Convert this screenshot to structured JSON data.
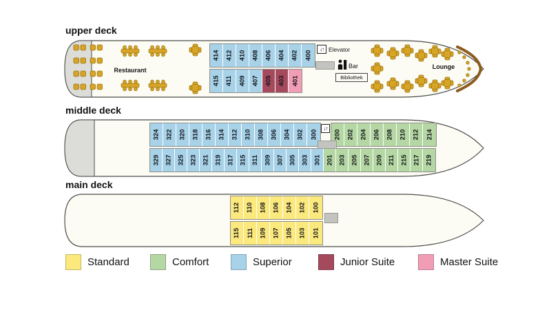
{
  "categories": {
    "standard": {
      "label": "Standard",
      "color": "#FBE97D"
    },
    "comfort": {
      "label": "Comfort",
      "color": "#B4D7A4"
    },
    "superior": {
      "label": "Superior",
      "color": "#A7D2E8"
    },
    "junior_suite": {
      "label": "Junior Suite",
      "color": "#A5495D"
    },
    "master_suite": {
      "label": "Master Suite",
      "color": "#F19DB5"
    }
  },
  "icons": {
    "elevator_glyph": "↓↑"
  },
  "decks": {
    "upper": {
      "label": "upper deck",
      "areas": {
        "restaurant": "Restaurant",
        "lounge": "Lounge",
        "bar": "Bar",
        "library": "Bibliothek",
        "elevator": "Elevator"
      },
      "blocks": {
        "top": [
          {
            "n": "414",
            "c": "superior"
          },
          {
            "n": "412",
            "c": "superior"
          },
          {
            "n": "410",
            "c": "superior"
          },
          {
            "n": "408",
            "c": "superior"
          },
          {
            "n": "406",
            "c": "superior"
          },
          {
            "n": "404",
            "c": "superior"
          },
          {
            "n": "402",
            "c": "superior"
          },
          {
            "n": "400",
            "c": "superior"
          }
        ],
        "bottom": [
          {
            "n": "415",
            "c": "superior"
          },
          {
            "n": "411",
            "c": "superior"
          },
          {
            "n": "409",
            "c": "superior"
          },
          {
            "n": "407",
            "c": "superior"
          },
          {
            "n": "405",
            "c": "junior_suite"
          },
          {
            "n": "403",
            "c": "junior_suite"
          },
          {
            "n": "401",
            "c": "master_suite"
          }
        ]
      }
    },
    "middle": {
      "label": "middle deck",
      "blocks": {
        "top_superior": [
          {
            "n": "324",
            "c": "superior"
          },
          {
            "n": "322",
            "c": "superior"
          },
          {
            "n": "320",
            "c": "superior"
          },
          {
            "n": "318",
            "c": "superior"
          },
          {
            "n": "316",
            "c": "superior"
          },
          {
            "n": "314",
            "c": "superior"
          },
          {
            "n": "312",
            "c": "superior"
          },
          {
            "n": "310",
            "c": "superior"
          },
          {
            "n": "308",
            "c": "superior"
          },
          {
            "n": "306",
            "c": "superior"
          },
          {
            "n": "304",
            "c": "superior"
          },
          {
            "n": "302",
            "c": "superior"
          },
          {
            "n": "300",
            "c": "superior"
          }
        ],
        "top_comfort": [
          {
            "n": "200",
            "c": "comfort"
          },
          {
            "n": "202",
            "c": "comfort"
          },
          {
            "n": "204",
            "c": "comfort"
          },
          {
            "n": "206",
            "c": "comfort"
          },
          {
            "n": "208",
            "c": "comfort"
          },
          {
            "n": "210",
            "c": "comfort"
          },
          {
            "n": "212",
            "c": "comfort"
          },
          {
            "n": "214",
            "c": "comfort"
          }
        ],
        "bottom": [
          {
            "n": "329",
            "c": "superior"
          },
          {
            "n": "327",
            "c": "superior"
          },
          {
            "n": "325",
            "c": "superior"
          },
          {
            "n": "323",
            "c": "superior"
          },
          {
            "n": "321",
            "c": "superior"
          },
          {
            "n": "319",
            "c": "superior"
          },
          {
            "n": "317",
            "c": "superior"
          },
          {
            "n": "315",
            "c": "superior"
          },
          {
            "n": "311",
            "c": "superior"
          },
          {
            "n": "309",
            "c": "superior"
          },
          {
            "n": "307",
            "c": "superior"
          },
          {
            "n": "305",
            "c": "superior"
          },
          {
            "n": "303",
            "c": "superior"
          },
          {
            "n": "301",
            "c": "superior"
          },
          {
            "n": "201",
            "c": "comfort"
          },
          {
            "n": "203",
            "c": "comfort"
          },
          {
            "n": "205",
            "c": "comfort"
          },
          {
            "n": "207",
            "c": "comfort"
          },
          {
            "n": "209",
            "c": "comfort"
          },
          {
            "n": "211",
            "c": "comfort"
          },
          {
            "n": "215",
            "c": "comfort"
          },
          {
            "n": "217",
            "c": "comfort"
          },
          {
            "n": "219",
            "c": "comfort"
          }
        ]
      }
    },
    "main": {
      "label": "main deck",
      "blocks": {
        "top": [
          {
            "n": "112",
            "c": "standard"
          },
          {
            "n": "110",
            "c": "standard"
          },
          {
            "n": "108",
            "c": "standard"
          },
          {
            "n": "106",
            "c": "standard"
          },
          {
            "n": "104",
            "c": "standard"
          },
          {
            "n": "102",
            "c": "standard"
          },
          {
            "n": "100",
            "c": "standard"
          }
        ],
        "bottom": [
          {
            "n": "115",
            "c": "standard"
          },
          {
            "n": "111",
            "c": "standard"
          },
          {
            "n": "109",
            "c": "standard"
          },
          {
            "n": "107",
            "c": "standard"
          },
          {
            "n": "105",
            "c": "standard"
          },
          {
            "n": "103",
            "c": "standard"
          },
          {
            "n": "101",
            "c": "standard"
          }
        ]
      }
    }
  }
}
